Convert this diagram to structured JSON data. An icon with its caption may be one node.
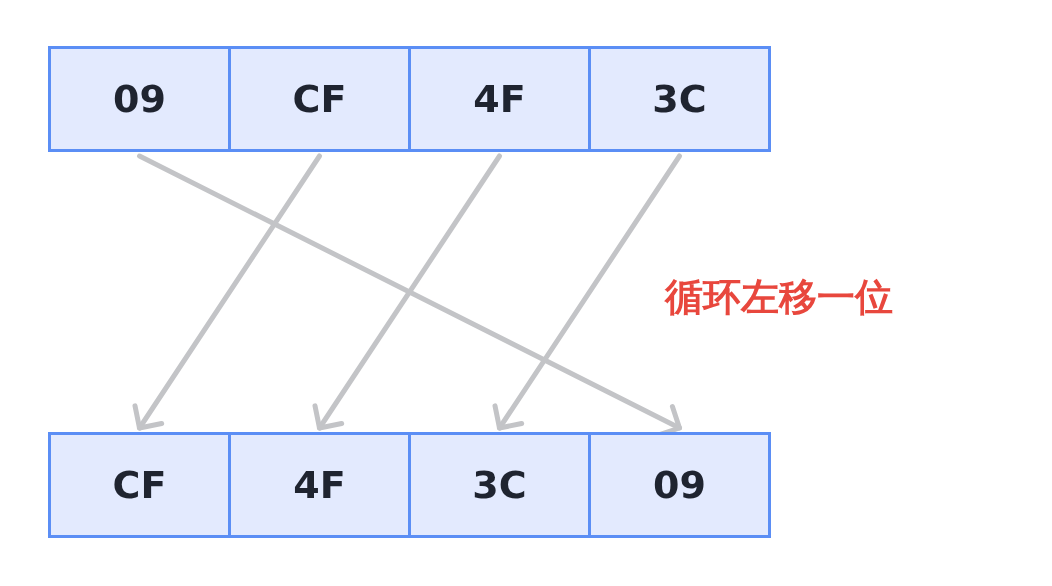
{
  "diagram": {
    "nodes": [
      {
        "text": [
          "09"
        ]
      },
      {
        "text": [
          "CF"
        ]
      },
      {
        "text": [
          "4F"
        ]
      },
      {
        "text": [
          "3C"
        ]
      },
      {
        "text": [
          "CF"
        ]
      },
      {
        "text": [
          "4F"
        ]
      },
      {
        "text": [
          "3C"
        ]
      },
      {
        "text": [
          "09"
        ]
      }
    ],
    "edges": [
      {
        "from": 0,
        "to": 7,
        "arrow": "to"
      },
      {
        "from": 1,
        "to": 4,
        "arrow": "to"
      },
      {
        "from": 2,
        "to": 5,
        "arrow": "to"
      },
      {
        "from": 3,
        "to": 6,
        "arrow": "to"
      }
    ],
    "labels": [
      "循环左移一位"
    ]
  }
}
